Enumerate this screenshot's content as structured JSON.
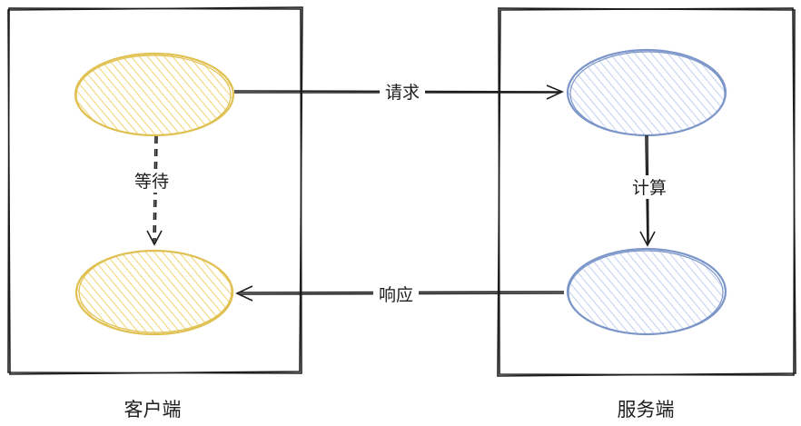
{
  "client": {
    "label": "客户端",
    "node_fill": "#fff3bf",
    "node_stroke": "#e0c050"
  },
  "server": {
    "label": "服务端",
    "node_fill": "#dbe4ff",
    "node_stroke": "#7c96c9"
  },
  "edges": {
    "request": "请求",
    "response": "响应",
    "wait": "等待",
    "compute": "计算"
  }
}
